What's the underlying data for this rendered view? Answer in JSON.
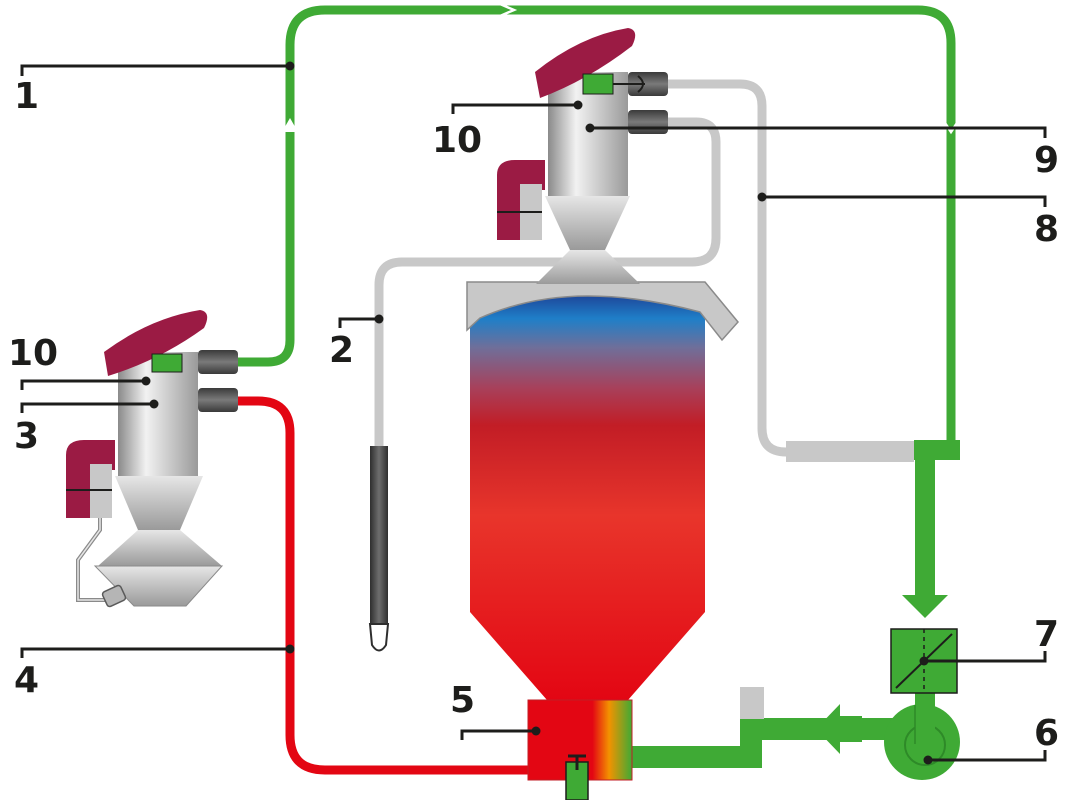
{
  "colors": {
    "green": "#3faa35",
    "red": "#e30613",
    "grey_hose": "#c8c8c8",
    "maroon": "#9b1b44",
    "dark_grey": "#555555",
    "leader": "#1d1d1b"
  },
  "labels": {
    "l1": "1",
    "l2": "2",
    "l3": "3",
    "l4": "4",
    "l5": "5",
    "l6": "6",
    "l7": "7",
    "l8": "8",
    "l9": "9",
    "l10_left": "10",
    "l10_top": "10"
  }
}
